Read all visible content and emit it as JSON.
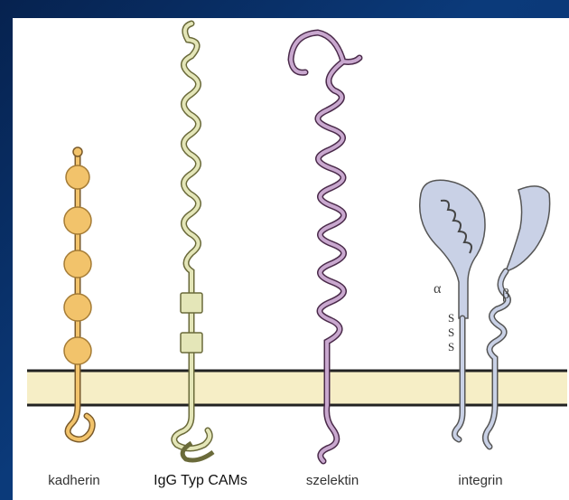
{
  "labels": {
    "kadherin": "kadherin",
    "igg": "IgG Typ CAMs",
    "szelektin": "szelektin",
    "integrin": "integrin"
  },
  "subunits": {
    "alpha": "α",
    "beta": "β"
  },
  "symbols": {
    "disulfide_1": "S",
    "disulfide_2": "S",
    "disulfide_3": "S"
  },
  "colors": {
    "background": "#0a3373",
    "membrane": "#f6eec6",
    "kadherin": "#f2c36b",
    "igg": "#e4e6b8",
    "szelektin": "#c9a8cf",
    "integrin": "#c9d1e6"
  }
}
